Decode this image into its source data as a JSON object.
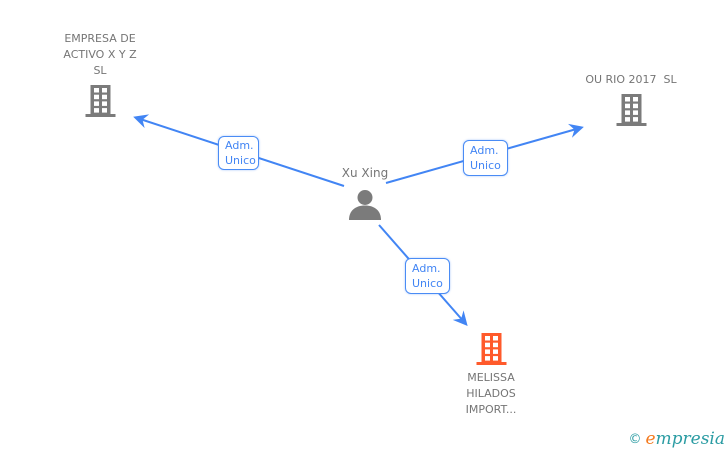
{
  "colors": {
    "edge_blue": "#4285f4",
    "node_gray": "#7b7b7b",
    "text_gray": "#757575",
    "highlight_orange": "#ff5a2b",
    "logo_teal": "#2b9ca3",
    "logo_orange": "#f47b20",
    "background": "#ffffff"
  },
  "person": {
    "name": "Xu Xing"
  },
  "companies": [
    {
      "name_lines": [
        "EMPRESA DE",
        "ACTIVO X Y Z",
        "SL"
      ],
      "highlighted": false
    },
    {
      "name_lines": [
        "OU RIO 2017  SL"
      ],
      "highlighted": false
    },
    {
      "name_lines": [
        "MELISSA",
        "HILADOS",
        "IMPORT..."
      ],
      "highlighted": true
    }
  ],
  "edges": [
    {
      "labels": [
        "Adm.",
        "Unico"
      ],
      "from": "Xu Xing",
      "to": "EMPRESA DE ACTIVO X Y Z SL"
    },
    {
      "labels": [
        "Adm.",
        "Unico"
      ],
      "from": "Xu Xing",
      "to": "OU RIO 2017  SL"
    },
    {
      "labels": [
        "Adm.",
        "Unico"
      ],
      "from": "Xu Xing",
      "to": "MELISSA HILADOS IMPORT..."
    }
  ],
  "footer": {
    "copyright_symbol": "©",
    "brand_initial": "e",
    "brand_rest": "mpresia"
  }
}
